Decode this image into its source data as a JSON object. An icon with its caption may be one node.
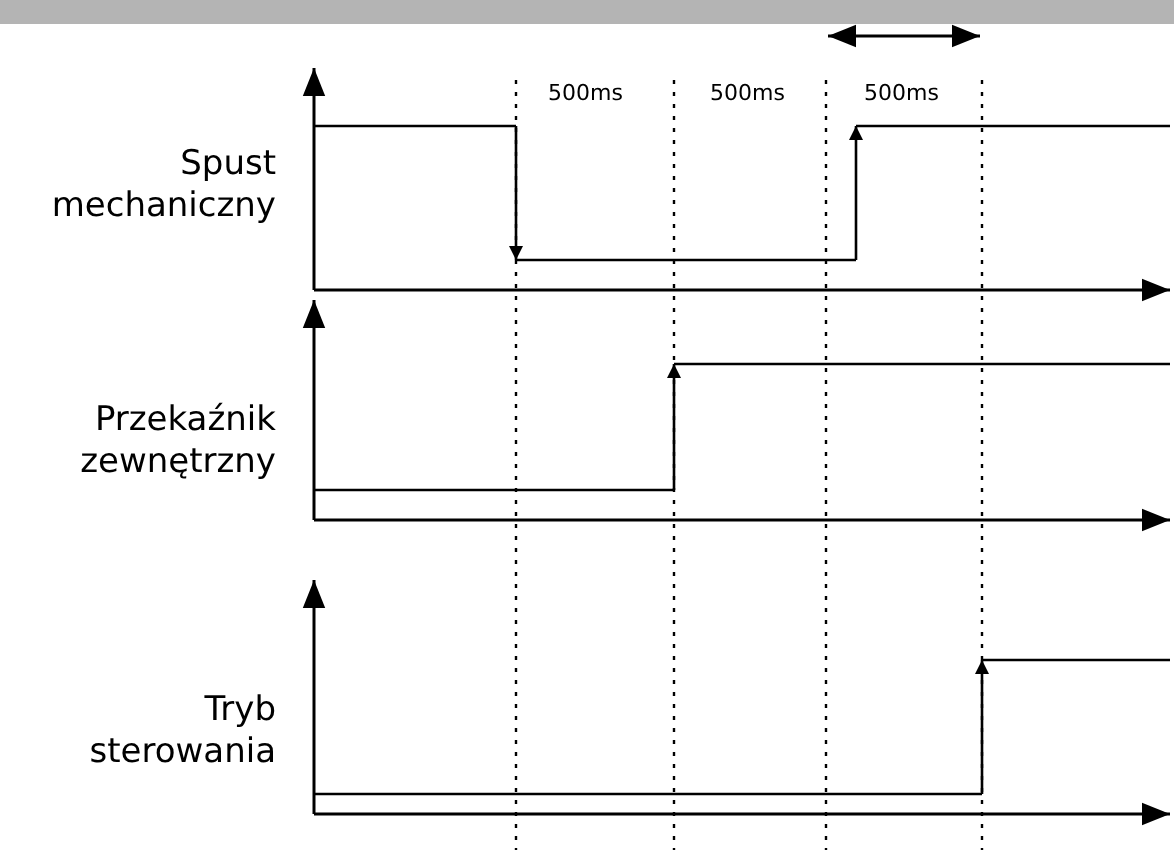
{
  "diagram": {
    "labels": [
      "500ms",
      "500ms",
      "500ms",
      "Spust mechaniczny",
      "Przekaźnik zewnętrzny",
      "Tryb sterowania"
    ]
  }
}
